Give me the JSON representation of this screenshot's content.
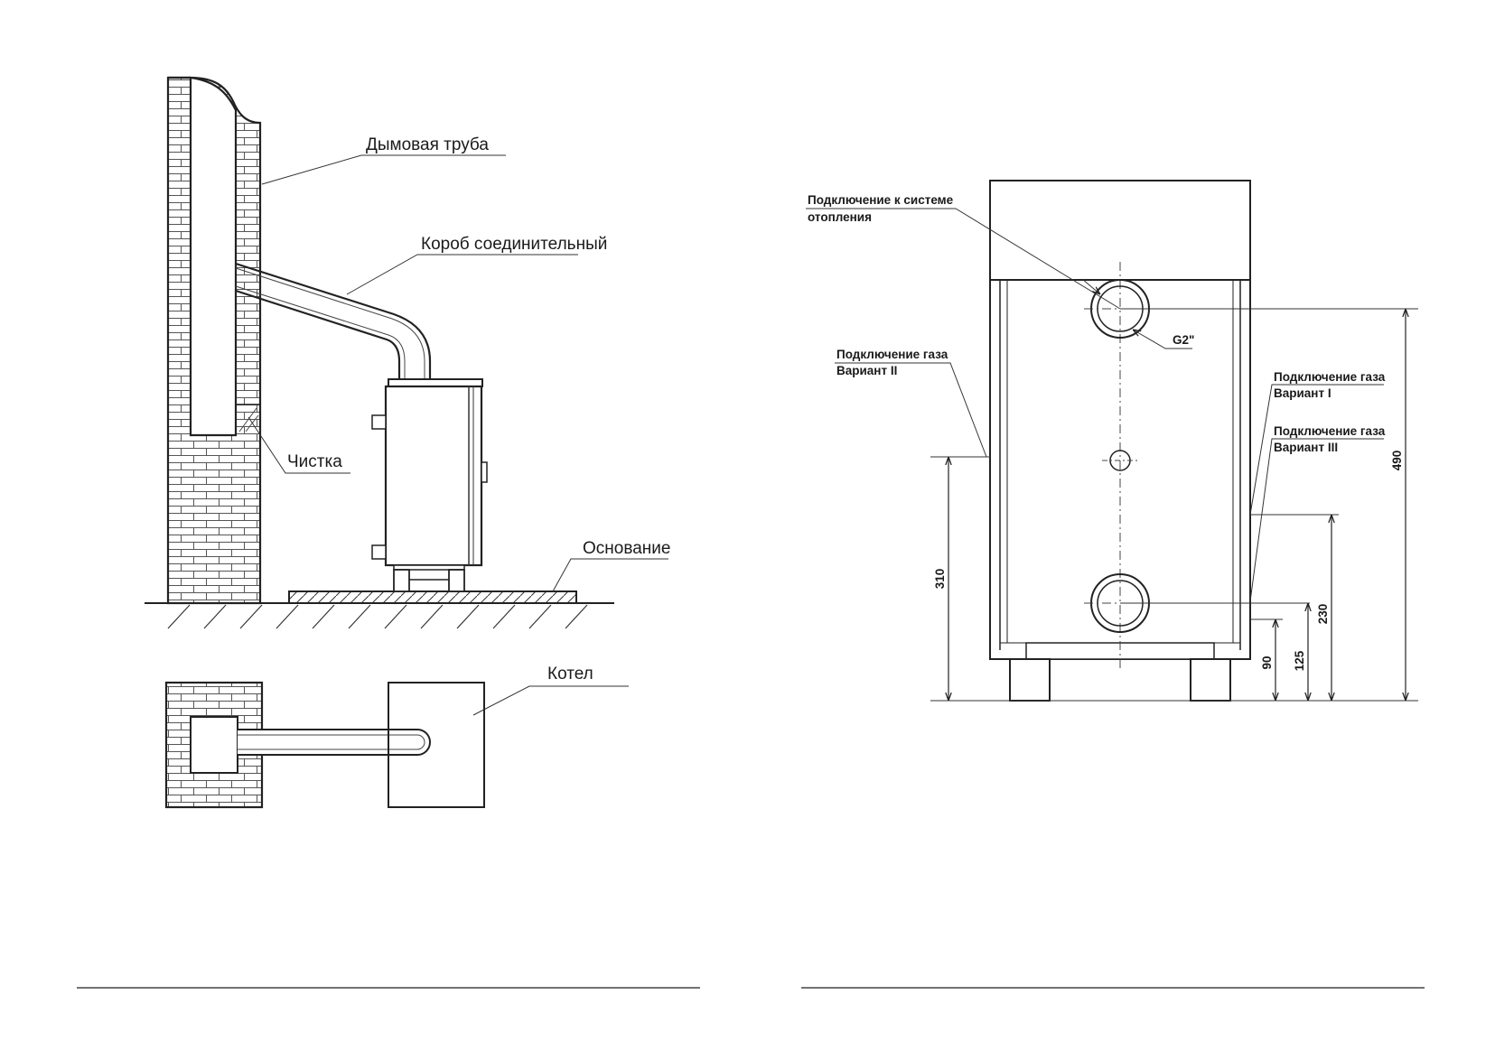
{
  "installation": {
    "labels": {
      "chimney": "Дымовая труба",
      "connector": "Короб соединительный",
      "cleanout": "Чистка",
      "base": "Основание",
      "boiler": "Котел"
    }
  },
  "connections": {
    "labels": {
      "heating_line1": "Подключение к системе",
      "heating_line2": "отопления",
      "thread": "G2\"",
      "gas2_line1": "Подключение газа",
      "gas2_line2": "Вариант II",
      "gas1_line1": "Подключение газа",
      "gas1_line2": "Вариант I",
      "gas3_line1": "Подключение газа",
      "gas3_line2": "Вариант III"
    },
    "dimensions": {
      "d310": "310",
      "d490": "490",
      "d230": "230",
      "d125": "125",
      "d90": "90"
    }
  }
}
